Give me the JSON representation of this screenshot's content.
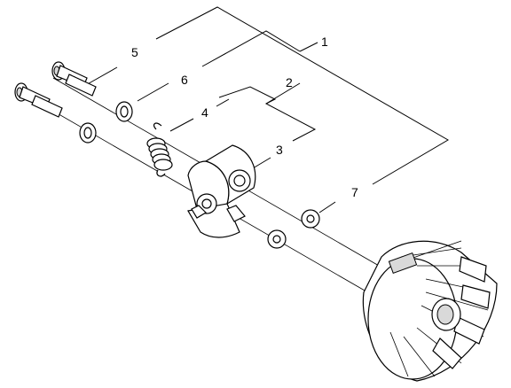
{
  "callouts": [
    "1",
    "2",
    "3",
    "4",
    "5",
    "6",
    "7"
  ]
}
